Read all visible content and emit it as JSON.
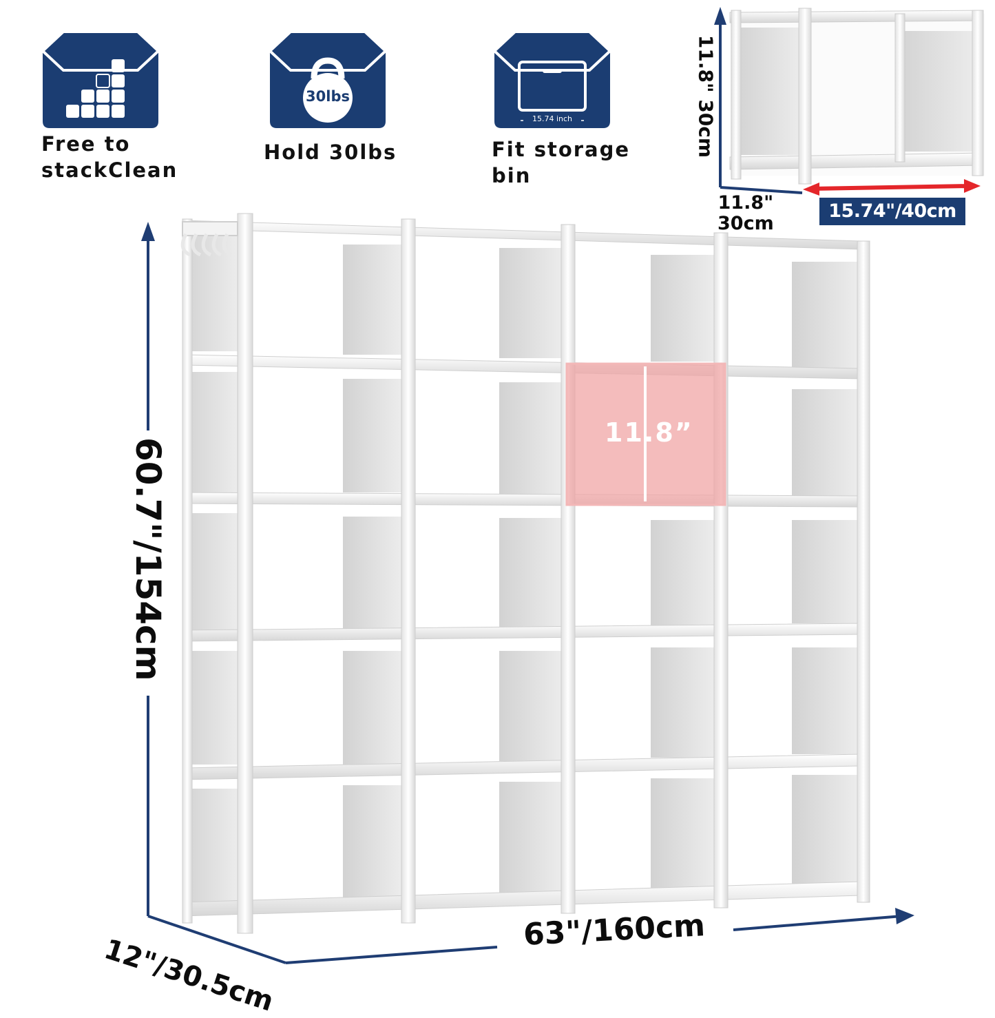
{
  "features": [
    {
      "icon": "stack-cubes-icon",
      "label_line1": "Free to",
      "label_line2": "stackClean"
    },
    {
      "icon": "kettlebell-icon",
      "weight_text": "30lbs",
      "label": "Hold 30lbs"
    },
    {
      "icon": "storage-bin-icon",
      "bin_width_text": "15.74 inch",
      "label_line1": "Fit storage",
      "label_line2": "bin"
    }
  ],
  "dimensions": {
    "height": "60.7\"/154cm",
    "width": "63\"/160cm",
    "depth": "12\"/30.5cm",
    "cube_size": "11.8”",
    "detail_height": "11.8\" 30cm",
    "detail_depth_line1": "11.8\"",
    "detail_depth_line2": "30cm",
    "detail_width": "15.74\"/40cm"
  },
  "colors": {
    "icon_navy": "#1b3d72",
    "arrow_navy": "#1f3d73",
    "highlight_pink": "#f0a2a2",
    "arrow_red": "#e4262a"
  }
}
